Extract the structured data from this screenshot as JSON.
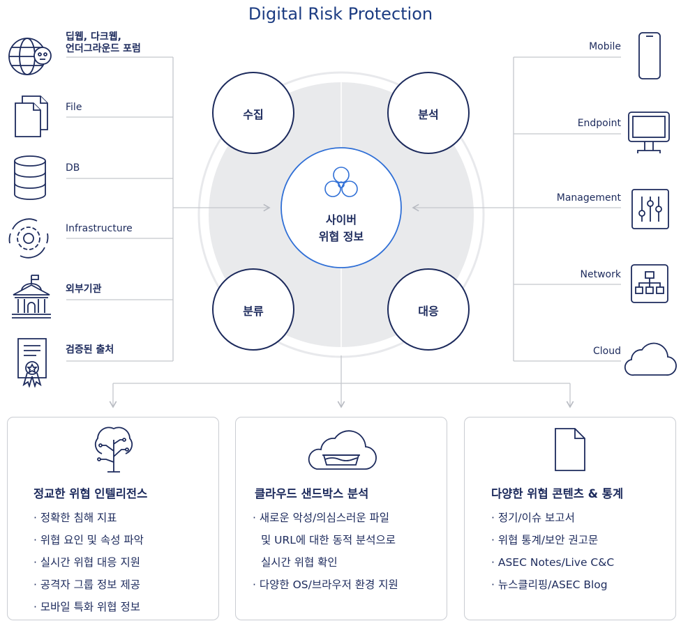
{
  "title": "Digital Risk Protection",
  "sources_left": [
    {
      "icon": "globe-skull-icon",
      "label_line1": "딥웹, 다크웹,",
      "label_line2": "언더그라운드 포럼"
    },
    {
      "icon": "files-icon",
      "label": "File"
    },
    {
      "icon": "database-icon",
      "label": "DB"
    },
    {
      "icon": "infrastructure-gear-icon",
      "label": "Infrastructure"
    },
    {
      "icon": "government-building-icon",
      "label": "외부기관"
    },
    {
      "icon": "certificate-icon",
      "label": "검증된 출처"
    }
  ],
  "sources_right": [
    {
      "icon": "mobile-icon",
      "label": "Mobile"
    },
    {
      "icon": "monitor-icon",
      "label": "Endpoint"
    },
    {
      "icon": "sliders-icon",
      "label": "Management"
    },
    {
      "icon": "network-icon",
      "label": "Network"
    },
    {
      "icon": "cloud-icon",
      "label": "Cloud"
    }
  ],
  "stages": {
    "collect": "수집",
    "analyze": "분석",
    "classify": "분류",
    "respond": "대응"
  },
  "center": {
    "icon": "biohazard-icon",
    "line1": "사이버",
    "line2": "위협 정보"
  },
  "cards": [
    {
      "icon": "tree-circuit-icon",
      "title": "정교한 위협 인텔리전스",
      "items": [
        "정확한 침해 지표",
        "위협 요인 및 속성 파악",
        "실시간 위협 대응 지원",
        "공격자 그룹 정보 제공",
        "모바일 특화 위협 정보"
      ]
    },
    {
      "icon": "cloud-sandbox-icon",
      "title": "클라우드 샌드박스 분석",
      "item1_line1": "새로운 악성/의심스러운 파일",
      "item1_line2": "및 URL에 대한 동적 분석으로",
      "item1_line3": "실시간 위협 확인",
      "item2": "다양한 OS/브라우저 환경 지원"
    },
    {
      "icon": "document-icon",
      "title": "다양한 위협 콘텐츠 & 통계",
      "items": [
        "정기/이슈 보고서",
        "위협 통계/보안 권고문",
        "ASEC Notes/Live C&C",
        "뉴스클리핑/ASEC Blog"
      ]
    }
  ],
  "colors": {
    "navy": "#1c2a5c",
    "accent": "#2f6fd6",
    "line": "#c4c6cc",
    "ring": "#e9eaec"
  }
}
